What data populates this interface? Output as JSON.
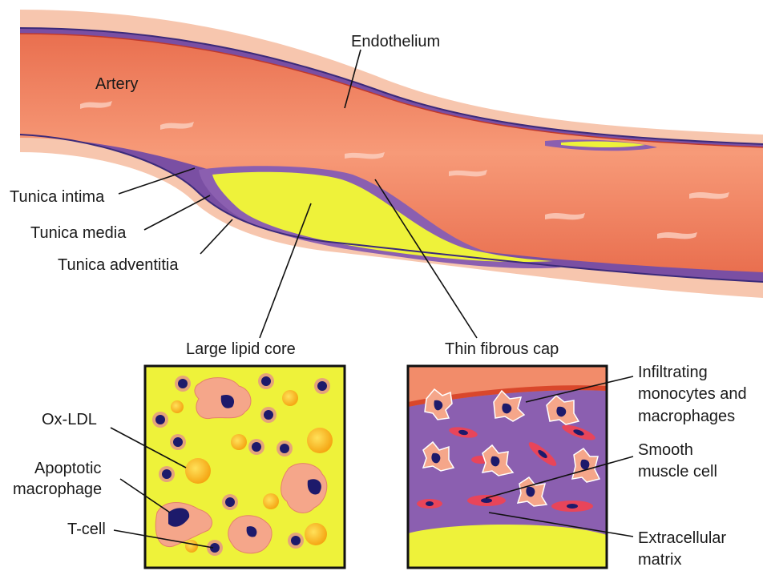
{
  "labels": {
    "artery": "Artery",
    "endothelium": "Endothelium",
    "tunica_intima": "Tunica intima",
    "tunica_media": "Tunica media",
    "tunica_adventitia": "Tunica adventitia",
    "large_lipid_core": "Large lipid core",
    "thin_fibrous_cap": "Thin fibrous cap",
    "ox_ldl": "Ox-LDL",
    "apoptotic_macrophage_line1": "Apoptotic",
    "apoptotic_macrophage_line2": "macrophage",
    "t_cell": "T-cell",
    "infiltrating_line1": "Infiltrating",
    "infiltrating_line2": "monocytes and",
    "infiltrating_line3": "macrophages",
    "smooth_muscle_line1": "Smooth",
    "smooth_muscle_line2": "muscle cell",
    "extracellular_line1": "Extracellular",
    "extracellular_line2": "matrix"
  },
  "colors": {
    "adventitia": "#f7c6ae",
    "lumen": "#f28c6a",
    "media": "#8b5fb0",
    "lipid": "#eef23a",
    "cell_pink": "#f5a68a",
    "nucleus": "#1d1a6b",
    "sm_cell": "#e8455a",
    "frame": "#111111"
  }
}
